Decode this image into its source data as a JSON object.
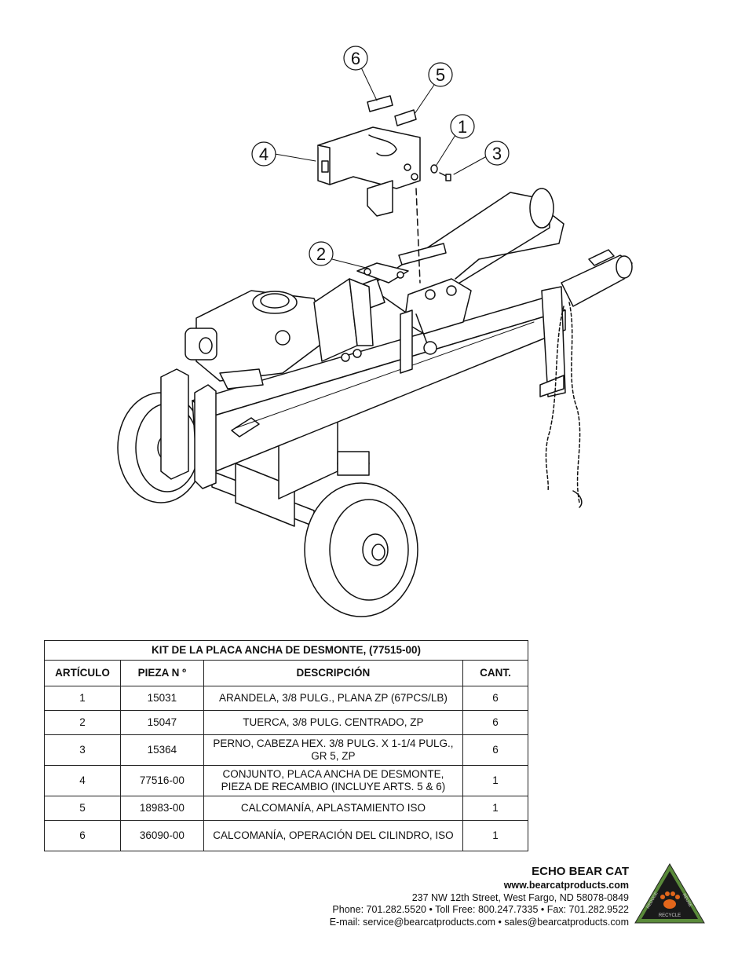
{
  "callouts": [
    "6",
    "5",
    "1",
    "3",
    "4",
    "2"
  ],
  "table": {
    "title": "KIT DE LA PLACA ANCHA DE DESMONTE, (77515-00)",
    "headers": [
      "ARTÍCULO",
      "PIEZA N º",
      "DESCRIPCIÓN",
      "CANT."
    ],
    "rows": [
      {
        "item": "1",
        "part": "15031",
        "desc": "ARANDELA, 3/8 PULG., PLANA ZP (67PCS/LB)",
        "qty": "6"
      },
      {
        "item": "2",
        "part": "15047",
        "desc": "TUERCA, 3/8 PULG. CENTRADO, ZP",
        "qty": "6"
      },
      {
        "item": "3",
        "part": "15364",
        "desc": "PERNO, CABEZA HEX. 3/8 PULG. X 1-1/4 PULG., GR 5, ZP",
        "qty": "6"
      },
      {
        "item": "4",
        "part": "77516-00",
        "desc": "CONJUNTO, PLACA ANCHA DE DESMONTE, PIEZA DE RECAMBIO (INCLUYE ARTS. 5 & 6)",
        "qty": "1"
      },
      {
        "item": "5",
        "part": "18983-00",
        "desc": "CALCOMANÍA, APLASTAMIENTO ISO",
        "qty": "1"
      },
      {
        "item": "6",
        "part": "36090-00",
        "desc": "CALCOMANÍA, OPERACIÓN DEL CILINDRO, ISO",
        "qty": "1"
      }
    ]
  },
  "footer": {
    "company": "ECHO BEAR CAT",
    "website": "www.bearcatproducts.com",
    "address": "237 NW 12th Street, West Fargo, ND 58078-0849",
    "phone": "Phone: 701.282.5520 • Toll Free: 800.247.7335 • Fax: 701.282.9522",
    "email": "E-mail: service@bearcatproducts.com • sales@bearcatproducts.com"
  },
  "logo": {
    "words": [
      "REDUCE",
      "REUSE",
      "RECYCLE"
    ],
    "colors": {
      "background": "#1a1a1a",
      "rim": "#5a8a3a",
      "paw": "#e2661b"
    }
  }
}
